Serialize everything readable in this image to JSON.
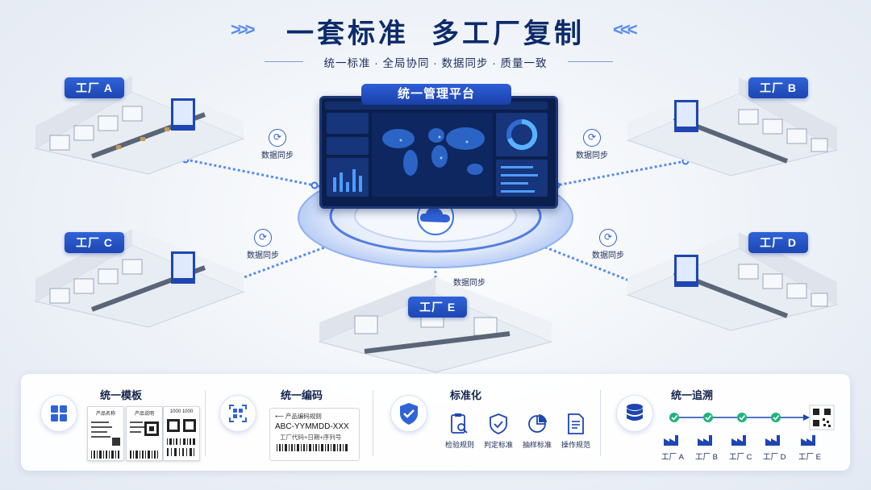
{
  "header": {
    "title_left": "一套标准",
    "title_right": "多工厂复制",
    "subtitle": "统一标准 · 全局协同 · 数据同步 · 质量一致"
  },
  "platform": {
    "label": "统一管理平台"
  },
  "factories": [
    {
      "id": "a",
      "label": "工厂 A"
    },
    {
      "id": "b",
      "label": "工厂 B"
    },
    {
      "id": "c",
      "label": "工厂 C"
    },
    {
      "id": "d",
      "label": "工厂 D"
    },
    {
      "id": "e",
      "label": "工厂 E"
    }
  ],
  "sync_label": "数据同步",
  "bottom": {
    "template": {
      "title": "统一模板",
      "cards": [
        "产品名称",
        "产品说明",
        "1000  1000"
      ]
    },
    "coding": {
      "title": "统一编码",
      "rule_header": "产品编码规则",
      "code": "ABC-YYMMDD-XXX",
      "formula": "工厂代码+日期+序列号"
    },
    "standard": {
      "title": "标准化",
      "items": [
        "检验规则",
        "判定标准",
        "抽样标准",
        "操作规范"
      ]
    },
    "trace": {
      "title": "统一追溯",
      "factories": [
        "工厂 A",
        "工厂 B",
        "工厂 C",
        "工厂 D",
        "工厂 E"
      ]
    }
  },
  "colors": {
    "brand": "#1d46b2",
    "accent": "#2f63d8",
    "dark": "#0d2b6b",
    "check": "#1fb37a"
  }
}
